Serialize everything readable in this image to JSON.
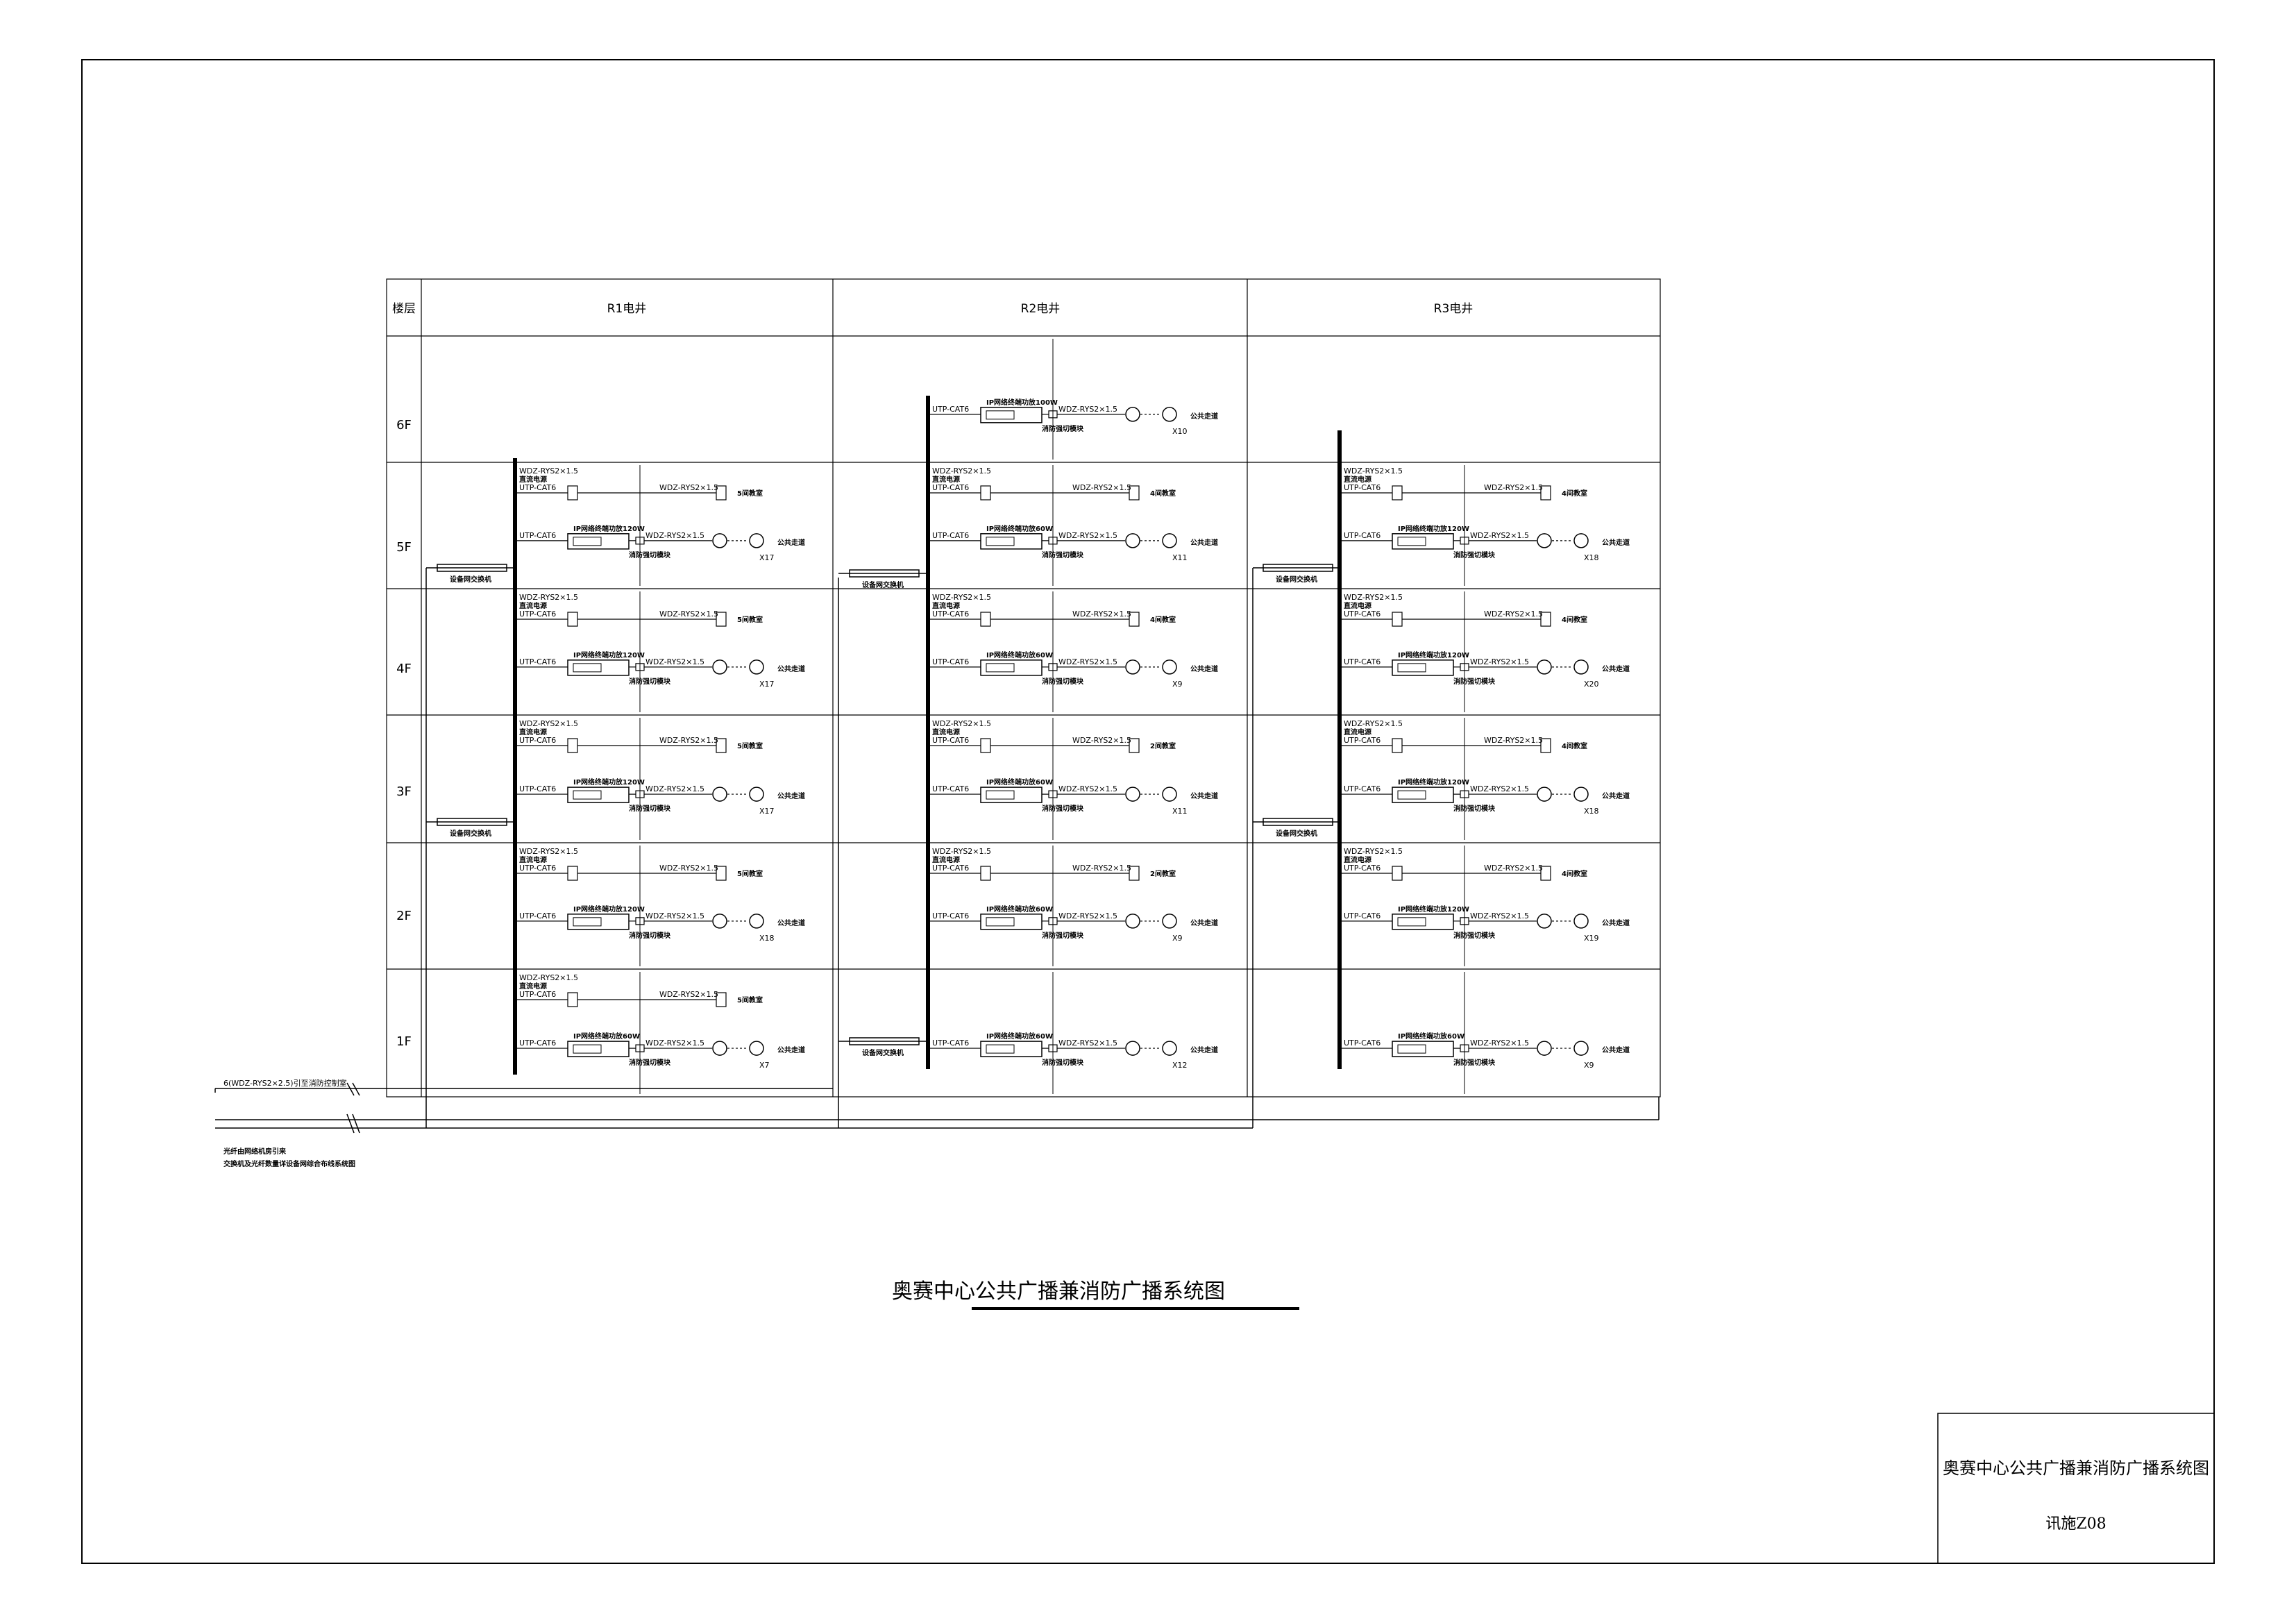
{
  "header": {
    "floor_col": "楼层",
    "shafts": [
      "R1电井",
      "R2电井",
      "R3电井"
    ]
  },
  "floors": [
    "6F",
    "5F",
    "4F",
    "3F",
    "2F",
    "1F"
  ],
  "labels": {
    "cable_wdz": "WDZ-RYS2×1.5",
    "cable_power": "WDZ-RYS2×1.5",
    "dc_power": "直流电源",
    "utp": "UTP-CAT6",
    "fire_module": "消防强切模块",
    "corridor": "公共走道",
    "switch": "设备网交换机"
  },
  "cells": {
    "R1": [
      null,
      {
        "room": "5间教室",
        "amp": "IP网络终端功放120W",
        "count": "X17",
        "has_room": true
      },
      {
        "room": "5间教室",
        "amp": "IP网络终端功放120W",
        "count": "X17",
        "has_room": true
      },
      {
        "room": "5间教室",
        "amp": "IP网络终端功放120W",
        "count": "X17",
        "has_room": true
      },
      {
        "room": "5间教室",
        "amp": "IP网络终端功放120W",
        "count": "X18",
        "has_room": true
      },
      {
        "room": "5间教室",
        "amp": "IP网络终端功放60W",
        "count": "X7",
        "has_room": true
      }
    ],
    "R2": [
      {
        "room": "",
        "amp": "IP网络终端功放100W",
        "count": "X10",
        "has_room": false
      },
      {
        "room": "4间教室",
        "amp": "IP网络终端功放60W",
        "count": "X11",
        "has_room": true
      },
      {
        "room": "4间教室",
        "amp": "IP网络终端功放60W",
        "count": "X9",
        "has_room": true
      },
      {
        "room": "2间教室",
        "amp": "IP网络终端功放60W",
        "count": "X11",
        "has_room": true
      },
      {
        "room": "2间教室",
        "amp": "IP网络终端功放60W",
        "count": "X9",
        "has_room": true
      },
      {
        "room": "",
        "amp": "IP网络终端功放60W",
        "count": "X12",
        "has_room": false
      }
    ],
    "R3": [
      null,
      {
        "room": "4间教室",
        "amp": "IP网络终端功放120W",
        "count": "X18",
        "has_room": true
      },
      {
        "room": "4间教室",
        "amp": "IP网络终端功放120W",
        "count": "X20",
        "has_room": true
      },
      {
        "room": "4间教室",
        "amp": "IP网络终端功放120W",
        "count": "X18",
        "has_room": true
      },
      {
        "room": "4间教室",
        "amp": "IP网络终端功放120W",
        "count": "X19",
        "has_room": true
      },
      {
        "room": "",
        "amp": "IP网络终端功放60W",
        "count": "X9",
        "has_room": false
      }
    ]
  },
  "notes": {
    "fire_control": "6(WDZ-RYS2×2.5)引至消防控制室",
    "fiber_1": "光纤由网络机房引来",
    "fiber_2": "交换机及光纤数量详设备网综合布线系统图"
  },
  "title": "奥赛中心公共广播兼消防广播系统图",
  "title_block": {
    "title": "奥赛中心公共广播兼消防广播系统图",
    "code": "讯施Z08"
  }
}
